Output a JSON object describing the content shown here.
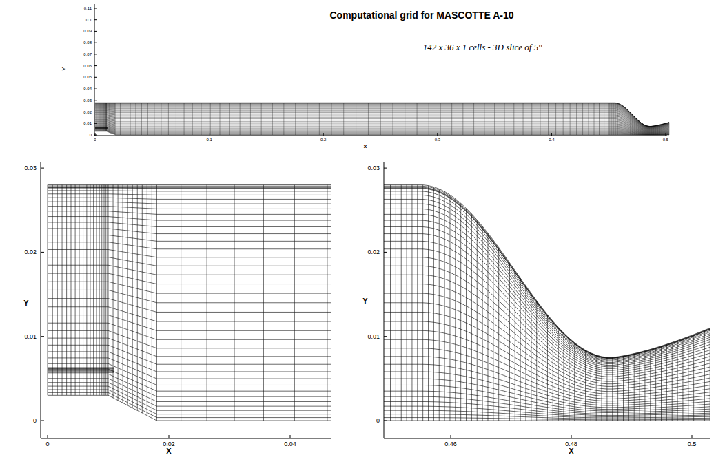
{
  "diagram": {
    "title": "Computational grid for MASCOTTE A-10",
    "labels": [
      "142 x 36 x 1 cells - 3D slice of 5°",
      "0.11",
      "0.1",
      "0.09",
      "0.08",
      "0.07",
      "0.06",
      "0.05",
      "0.04",
      "0.03",
      "0.02",
      "0.01",
      "0",
      "Y",
      "0",
      "0.1",
      "0.2",
      "0.3",
      "0.4",
      "0.5",
      "x",
      "0.03",
      "0.02",
      "0.01",
      "0",
      "Y",
      "0",
      "0.02",
      "0.04",
      "X",
      "0.03",
      "0.02",
      "0.01",
      "0",
      "Y",
      "0.46",
      "0.48",
      "0.5",
      "X"
    ]
  }
}
